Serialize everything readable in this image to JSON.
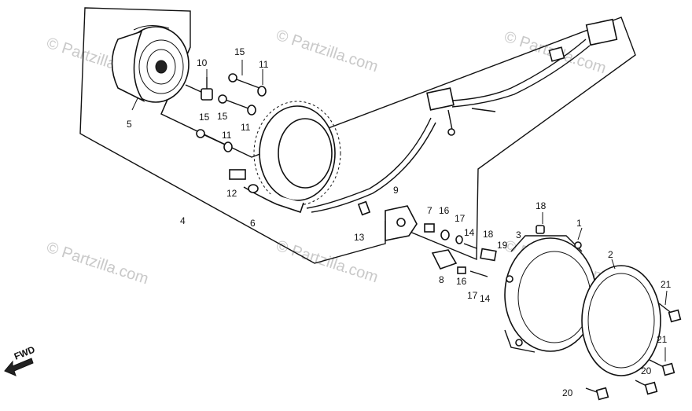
{
  "diagram": {
    "watermarks": [
      "© Partzilla.com",
      "© Partzilla.com",
      "© Partzilla.com",
      "© Partzilla.com",
      "© Partzilla.com",
      "© Partzilla.com"
    ],
    "fwd_label": "FWD",
    "part_numbers": {
      "p1": "1",
      "p2": "2",
      "p3": "3",
      "p4": "4",
      "p5": "5",
      "p6": "6",
      "p7": "7",
      "p8": "8",
      "p9": "9",
      "p10": "10",
      "p11a": "11",
      "p11b": "11",
      "p11c": "11",
      "p12": "12",
      "p13": "13",
      "p14a": "14",
      "p14b": "14",
      "p15a": "15",
      "p15b": "15",
      "p15c": "15",
      "p16a": "16",
      "p16b": "16",
      "p17a": "17",
      "p17b": "17",
      "p18a": "18",
      "p18b": "18",
      "p19": "19",
      "p20a": "20",
      "p20b": "20",
      "p21a": "21",
      "p21b": "21"
    }
  }
}
